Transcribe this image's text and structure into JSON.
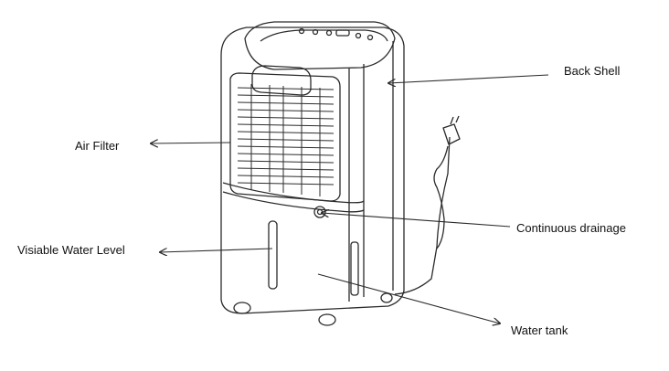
{
  "labels": {
    "back_shell": "Back Shell",
    "air_filter": "Air Filter",
    "continuous_drainage": "Continuous drainage",
    "visible_water_level": "Visiable Water Level",
    "water_tank": "Water tank"
  },
  "colors": {
    "line": "#2b2b2b",
    "background": "#ffffff"
  }
}
